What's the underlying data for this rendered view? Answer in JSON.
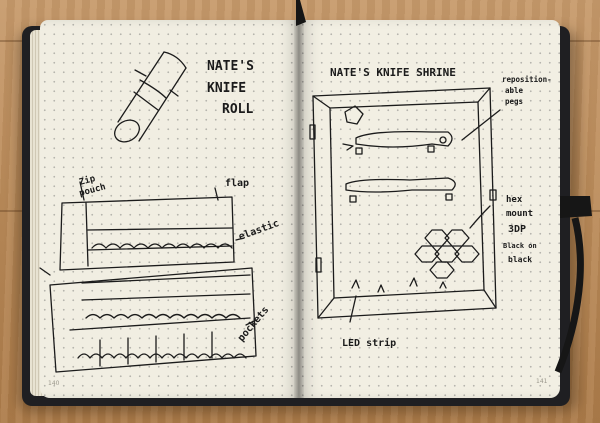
{
  "left_page": {
    "title_line1": "NATE'S",
    "title_line2": "KNIFE",
    "title_line3": "ROLL",
    "zip_label_1": "Zip",
    "zip_label_2": "pouch",
    "flap_label": "flap",
    "elastic_label": "elastic",
    "pockets_label": "pockets",
    "page_number": "140"
  },
  "right_page": {
    "title": "NATE'S KNIFE SHRINE",
    "reposition_1": "reposition-",
    "reposition_2": "able",
    "reposition_3": "pegs",
    "hex_1": "hex",
    "hex_2": "mount",
    "hex_3": "3DP",
    "hex_4": "Black on",
    "hex_5": "black",
    "led_label": "LED strip",
    "page_number": "141"
  },
  "colors": {
    "ink": "#1b1b1b",
    "paper": "#f1eee2",
    "cover": "#1f1f22",
    "table": "#b98957"
  }
}
